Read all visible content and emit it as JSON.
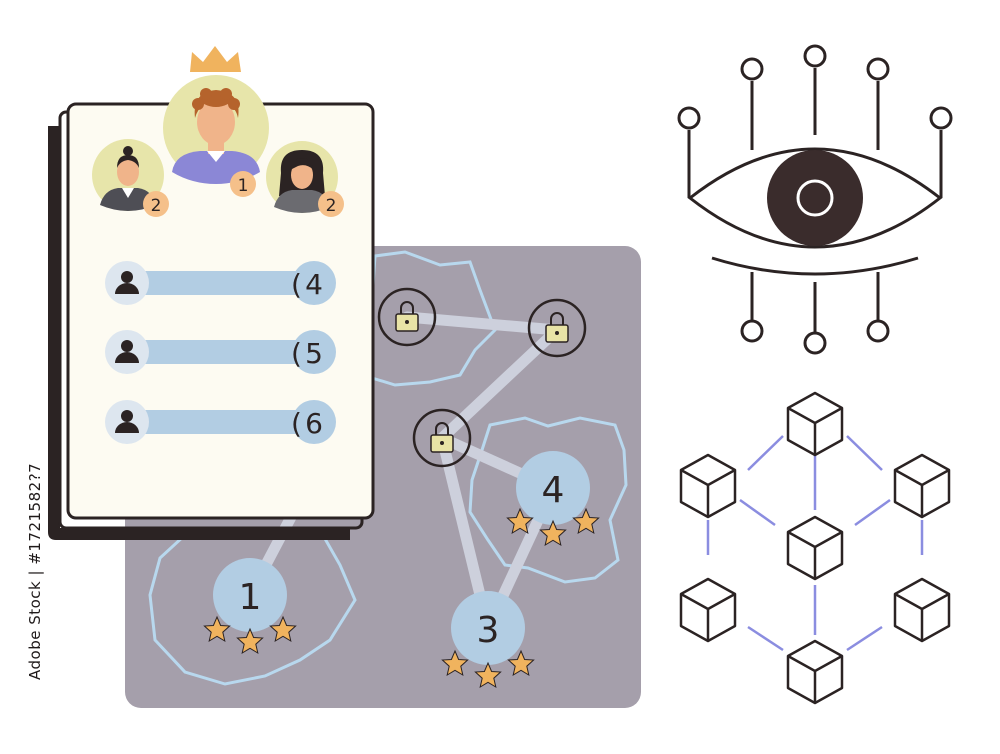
{
  "leaderboard": {
    "ranks": {
      "first": "1",
      "second_left": "2",
      "second_right": "2"
    },
    "rows": [
      {
        "score": "4"
      },
      {
        "score": "5"
      },
      {
        "score": "6"
      }
    ]
  },
  "map": {
    "nodes": [
      {
        "label": "1"
      },
      {
        "label": "3"
      },
      {
        "label": "4"
      }
    ]
  },
  "stock": {
    "id_text": "Adobe Stock | #1721582?7"
  },
  "colors": {
    "ink": "#2b2323",
    "panel": "#fdfbf2",
    "map_bg": "#a59fab",
    "node_blue": "#b2cde3",
    "outline_blue": "#b8d8ee",
    "star": "#f0b35e",
    "lock": "#e8e3a6",
    "avatar_bg": "#e7e5aa",
    "network_blue": "#8b8de0"
  },
  "icons": [
    "crown-icon",
    "user-icon",
    "lock-icon",
    "star-icon",
    "eye-icon",
    "cube-icon"
  ]
}
